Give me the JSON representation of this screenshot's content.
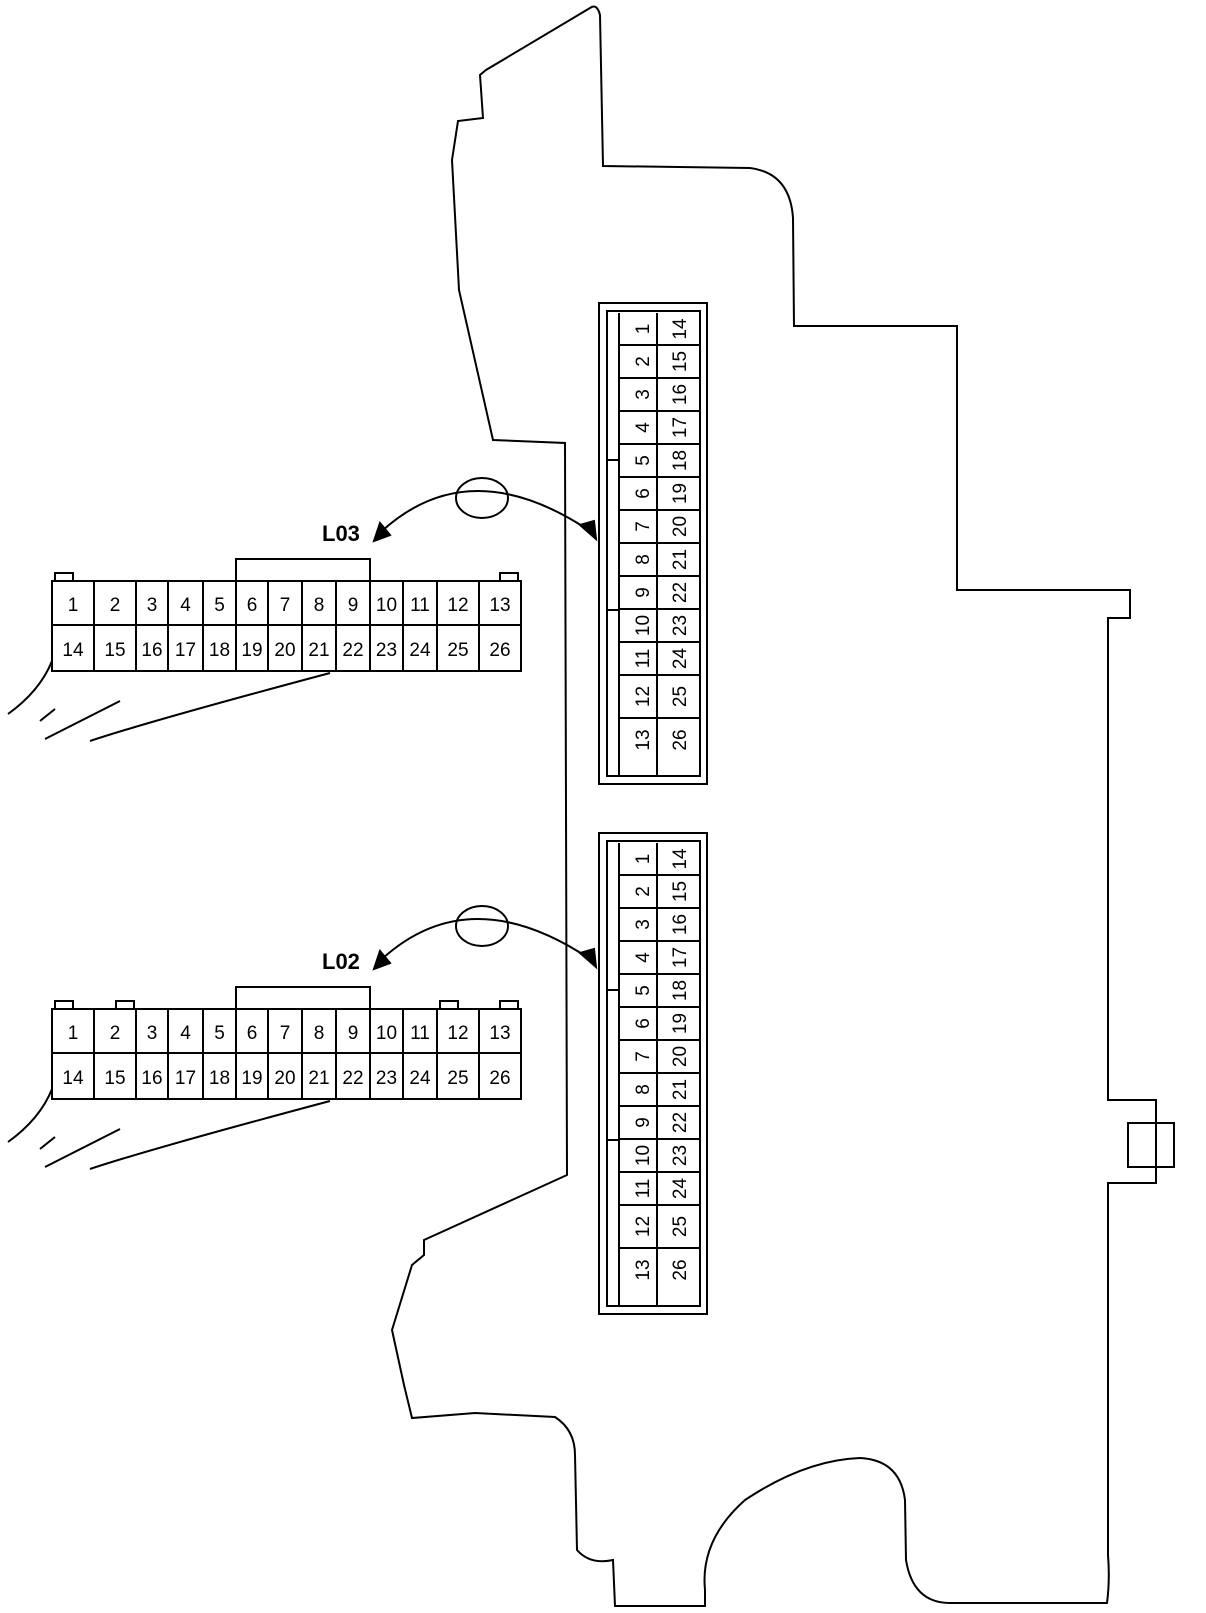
{
  "connectors": [
    {
      "id": "L03",
      "label": "L03",
      "top_pins": [
        "1",
        "2",
        "3",
        "4",
        "5",
        "6",
        "7",
        "8",
        "9",
        "10",
        "11",
        "12",
        "13"
      ],
      "bottom_pins": [
        "14",
        "15",
        "16",
        "17",
        "18",
        "19",
        "20",
        "21",
        "22",
        "23",
        "24",
        "25",
        "26"
      ]
    },
    {
      "id": "L02",
      "label": "L02",
      "top_pins": [
        "1",
        "2",
        "3",
        "4",
        "5",
        "6",
        "7",
        "8",
        "9",
        "10",
        "11",
        "12",
        "13"
      ],
      "bottom_pins": [
        "14",
        "15",
        "16",
        "17",
        "18",
        "19",
        "20",
        "21",
        "22",
        "23",
        "24",
        "25",
        "26"
      ]
    }
  ],
  "sockets": [
    {
      "id": "socket-upper",
      "left_pins": [
        "1",
        "2",
        "3",
        "4",
        "5",
        "6",
        "7",
        "8",
        "9",
        "10",
        "11",
        "12",
        "13"
      ],
      "right_pins": [
        "14",
        "15",
        "16",
        "17",
        "18",
        "19",
        "20",
        "21",
        "22",
        "23",
        "24",
        "25",
        "26"
      ]
    },
    {
      "id": "socket-lower",
      "left_pins": [
        "1",
        "2",
        "3",
        "4",
        "5",
        "6",
        "7",
        "8",
        "9",
        "10",
        "11",
        "12",
        "13"
      ],
      "right_pins": [
        "14",
        "15",
        "16",
        "17",
        "18",
        "19",
        "20",
        "21",
        "22",
        "23",
        "24",
        "25",
        "26"
      ]
    }
  ]
}
